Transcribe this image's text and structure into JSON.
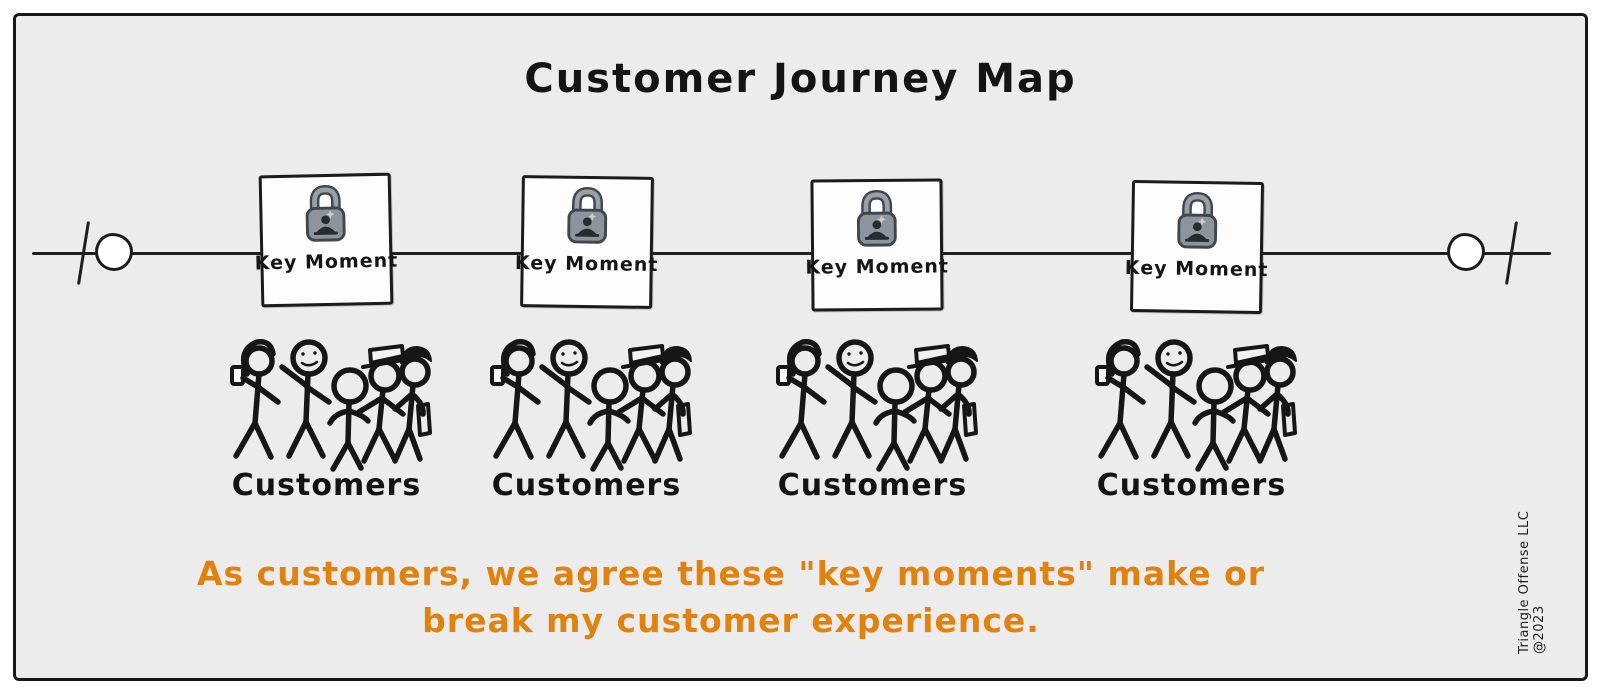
{
  "title": "Customer Journey Map",
  "timeline": {
    "moments": [
      {
        "label": "Key Moment",
        "icon": "lock-person-icon"
      },
      {
        "label": "Key Moment",
        "icon": "lock-person-icon"
      },
      {
        "label": "Key Moment",
        "icon": "lock-person-icon"
      },
      {
        "label": "Key Moment",
        "icon": "lock-person-icon"
      }
    ]
  },
  "customer_groups": [
    {
      "label": "Customers",
      "illustration": "stick-figure-crowd"
    },
    {
      "label": "Customers",
      "illustration": "stick-figure-crowd"
    },
    {
      "label": "Customers",
      "illustration": "stick-figure-crowd"
    },
    {
      "label": "Customers",
      "illustration": "stick-figure-crowd"
    }
  ],
  "caption": {
    "line1": "As customers, we agree these \"key moments\" make or",
    "line2": "break my customer experience."
  },
  "attribution": "Triangle Offense LLC @2023",
  "colors": {
    "canvas_background": "#ECECEC",
    "ink": "#1B1B1B",
    "caption_orange": "#E0820F",
    "lock_gray": "#8D949D",
    "lock_outline": "#40464D"
  }
}
